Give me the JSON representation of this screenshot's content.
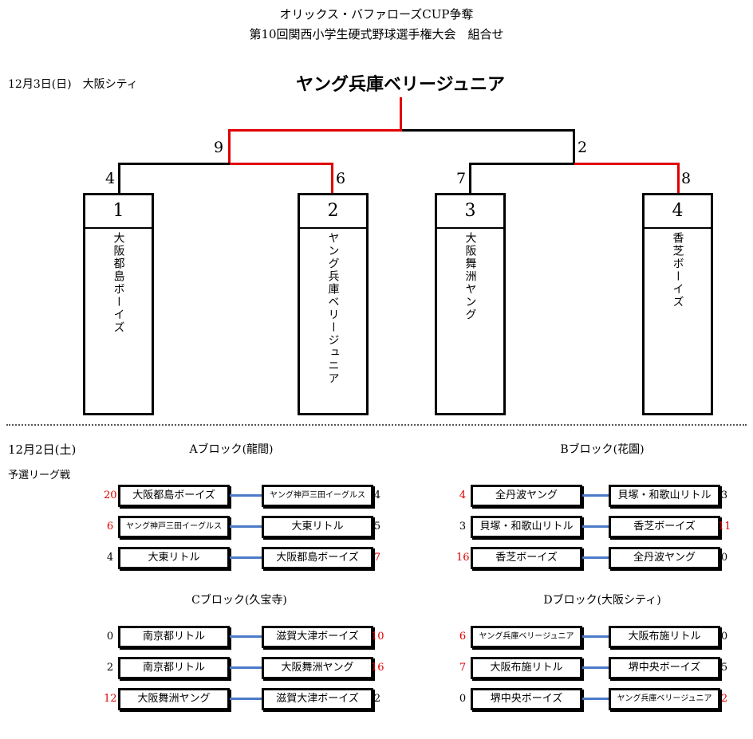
{
  "title": {
    "line1": "オリックス・バファローズCUP争奪",
    "line2": "第10回関西小学生硬式野球選手権大会　組合せ"
  },
  "final": {
    "date_place": "12月3日(日)　大阪シティ",
    "champion": "ヤング兵庫ベリージュニア",
    "scores": {
      "left_semi": "9",
      "right_semi": "2",
      "team1": "4",
      "team2": "6",
      "team3": "7",
      "team4": "8"
    },
    "teams": [
      {
        "num": "1",
        "name": "大阪都島ボーイズ"
      },
      {
        "num": "2",
        "name": "ヤング兵庫ベリージュニア"
      },
      {
        "num": "3",
        "name": "大阪舞洲ヤング"
      },
      {
        "num": "4",
        "name": "香芝ボーイズ"
      }
    ]
  },
  "prelim": {
    "date": "12月2日(土)",
    "subtitle": "予選リーグ戦",
    "blocks": [
      {
        "title": "Aブロック(龍間)",
        "matches": [
          {
            "home": "大阪都島ボーイズ",
            "home_score": "20",
            "away": "ヤング神戸三田イーグルス",
            "away_score": "4"
          },
          {
            "home": "ヤング神戸三田イーグルス",
            "home_score": "6",
            "away": "大東リトル",
            "away_score": "5"
          },
          {
            "home": "大東リトル",
            "home_score": "4",
            "away": "大阪都島ボーイズ",
            "away_score": "7"
          }
        ]
      },
      {
        "title": "Bブロック(花園)",
        "matches": [
          {
            "home": "全丹波ヤング",
            "home_score": "4",
            "away": "貝塚・和歌山リトル",
            "away_score": "3"
          },
          {
            "home": "貝塚・和歌山リトル",
            "home_score": "3",
            "away": "香芝ボーイズ",
            "away_score": "11"
          },
          {
            "home": "香芝ボーイズ",
            "home_score": "16",
            "away": "全丹波ヤング",
            "away_score": "0"
          }
        ]
      },
      {
        "title": "Cブロック(久宝寺)",
        "matches": [
          {
            "home": "南京都リトル",
            "home_score": "0",
            "away": "滋賀大津ボーイズ",
            "away_score": "10"
          },
          {
            "home": "南京都リトル",
            "home_score": "2",
            "away": "大阪舞洲ヤング",
            "away_score": "16"
          },
          {
            "home": "大阪舞洲ヤング",
            "home_score": "12",
            "away": "滋賀大津ボーイズ",
            "away_score": "2"
          }
        ]
      },
      {
        "title": "Dブロック(大阪シティ)",
        "matches": [
          {
            "home": "ヤング兵庫ベリージュニア",
            "home_score": "6",
            "away": "大阪布施リトル",
            "away_score": "0"
          },
          {
            "home": "大阪布施リトル",
            "home_score": "7",
            "away": "堺中央ボーイズ",
            "away_score": "5"
          },
          {
            "home": "堺中央ボーイズ",
            "home_score": "0",
            "away": "ヤング兵庫ベリージュニア",
            "away_score": "2"
          }
        ]
      }
    ]
  },
  "colors": {
    "winner_line": "#e00000",
    "loser_line": "#000000",
    "connector": "#4a7ac8",
    "winning_score": "#e00000"
  }
}
